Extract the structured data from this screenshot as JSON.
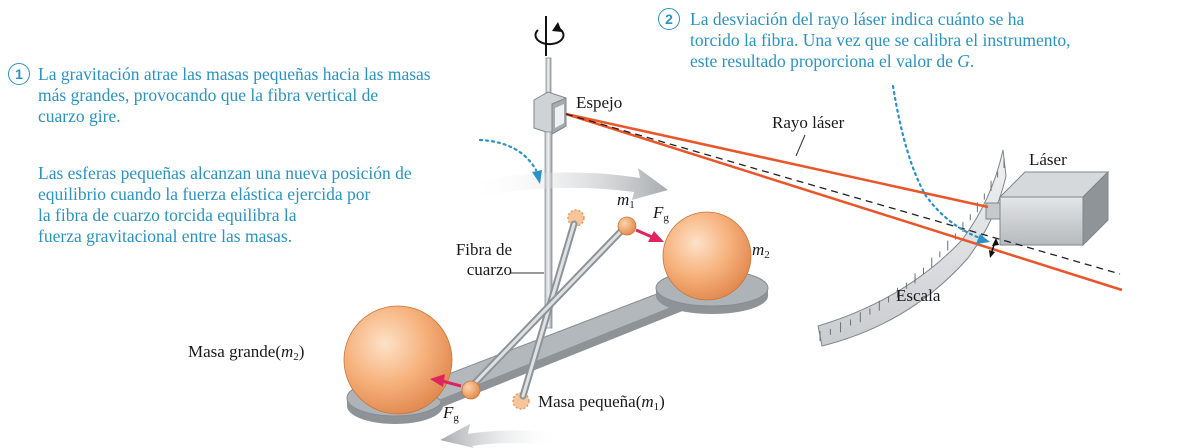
{
  "step1": {
    "number": "1",
    "lines": [
      "La gravitación atrae las masas pequeñas hacia las masas",
      "más grandes, provocando que la fibra vertical de",
      "cuarzo gire."
    ],
    "para2": [
      "Las esferas pequeñas alcanzan una nueva posición de",
      "equilibrio cuando la fuerza elástica ejercida por",
      "la fibra de cuarzo torcida equilibra la",
      "fuerza gravitacional entre las masas."
    ]
  },
  "step2": {
    "number": "2",
    "lines": [
      "La desviación del rayo láser indica cuánto se ha",
      "torcido la fibra. Una vez que se calibra el instrumento,",
      "este resultado proporciona el valor de"
    ],
    "symbol": "G",
    "end": "."
  },
  "labels": {
    "mirror": "Espejo",
    "laser_beam": "Rayo láser",
    "laser": "Láser",
    "scale": "Escala",
    "fiber_line1": "Fibra de",
    "fiber_line2": "cuarzo",
    "large_mass": "Masa grande",
    "small_mass": "Masa pequeña",
    "m": "m",
    "F": "F",
    "sub1": "1",
    "sub2": "2",
    "subg": "g"
  },
  "colors": {
    "accent": "#2a93c4",
    "laser": "#e8562a",
    "force": "#e0245e",
    "sphere": "#f4a86a",
    "metal": "#9ea3a7"
  }
}
